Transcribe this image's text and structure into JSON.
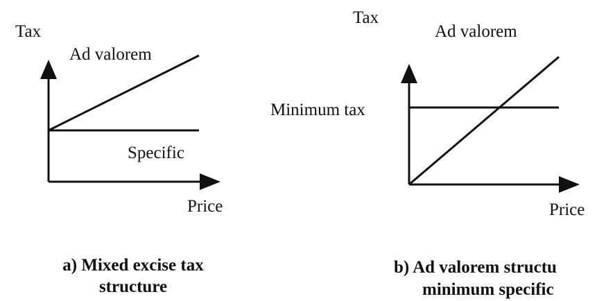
{
  "panel_a": {
    "y_axis_label": "Tax",
    "x_axis_label": "Price",
    "ad_valorem_label": "Ad valorem",
    "specific_label": "Specific",
    "caption_line1": "a) Mixed excise tax",
    "caption_line2": "structure"
  },
  "panel_b": {
    "y_axis_label": "Tax",
    "x_axis_label": "Price",
    "ad_valorem_label": "Ad valorem",
    "minimum_tax_label": "Minimum tax",
    "caption_line1": "b) Ad valorem structu",
    "caption_line2": "minimum specific"
  }
}
